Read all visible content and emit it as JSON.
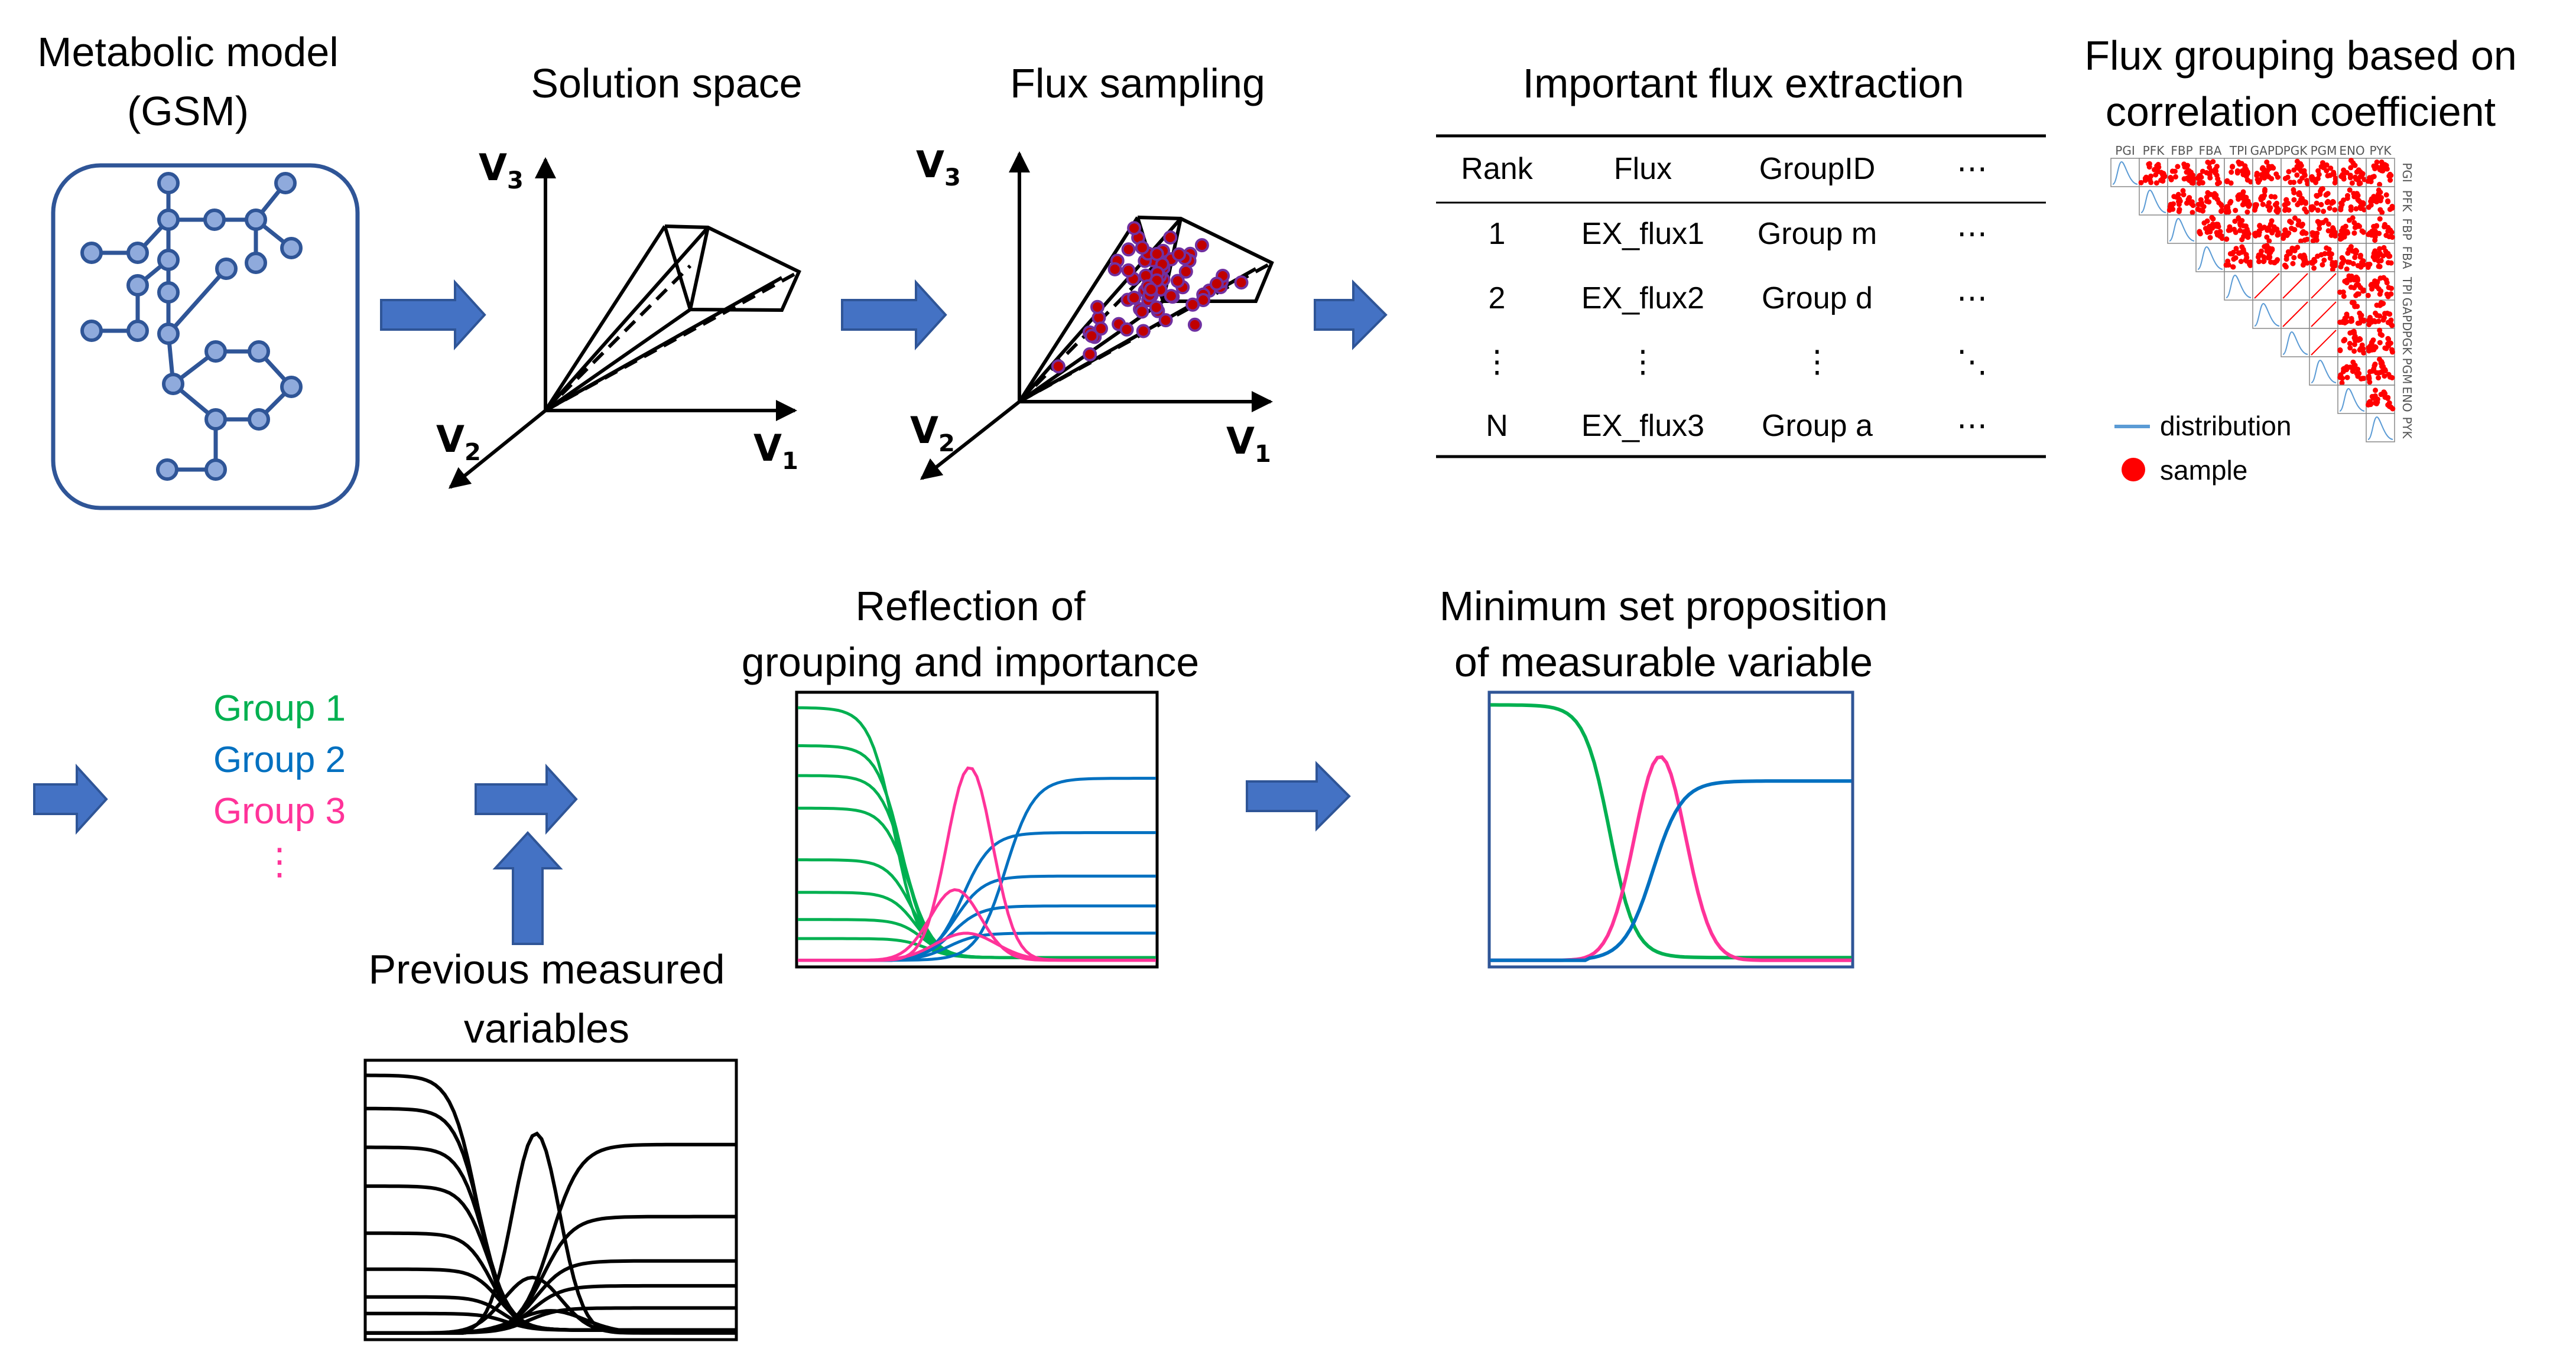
{
  "colors": {
    "network_blue": "#2f5597",
    "node_fill": "#8faadc",
    "arrow_blue": "#4472c4",
    "green": "#00b050",
    "blue": "#0070c0",
    "pink": "#ff3399",
    "sample_red": "#ff0000",
    "distribution_line": "#5b9bd5",
    "sample_dot_fill": "#c00000",
    "sample_dot_edge": "#7030a0"
  },
  "panels": {
    "gsm": {
      "title_line1": "Metabolic model",
      "title_line2": "(GSM)"
    },
    "solution_space": {
      "title": "Solution space",
      "axes": {
        "v3": "V",
        "v3_sub": "3",
        "v2": "V",
        "v2_sub": "2",
        "v1": "V",
        "v1_sub": "1"
      }
    },
    "flux_sampling": {
      "title": "Flux sampling",
      "axes": {
        "v3": "V",
        "v3_sub": "3",
        "v2": "V",
        "v2_sub": "2",
        "v1": "V",
        "v1_sub": "1"
      }
    },
    "extraction": {
      "title": "Important flux extraction",
      "headers": [
        "Rank",
        "Flux",
        "GroupID",
        "⋯"
      ],
      "rows": [
        [
          "1",
          "EX_flux1",
          "Group m",
          "⋯"
        ],
        [
          "2",
          "EX_flux2",
          "Group d",
          "⋯"
        ],
        [
          "⋮",
          "⋮",
          "⋮",
          "⋱"
        ],
        [
          "N",
          "EX_flux3",
          "Group a",
          "⋯"
        ]
      ]
    },
    "grouping": {
      "title_line1": "Flux grouping based on",
      "title_line2": "correlation coefficient",
      "matrix_labels": [
        "PGI",
        "PFK",
        "FBP",
        "FBA",
        "TPI",
        "GAPD",
        "PGK",
        "PGM",
        "ENO",
        "PYK"
      ],
      "legend": {
        "distribution": "distribution",
        "sample": "sample"
      }
    },
    "groups": {
      "items": [
        "Group 1",
        "Group 2",
        "Group 3"
      ],
      "more": "⋮"
    },
    "previous": {
      "title_line1": "Previous measured",
      "title_line2": "variables"
    },
    "reflection": {
      "title_line1": "Reflection of",
      "title_line2": "grouping and importance"
    },
    "minimum": {
      "title_line1": "Minimum set proposition",
      "title_line2": "of measurable variable"
    }
  }
}
